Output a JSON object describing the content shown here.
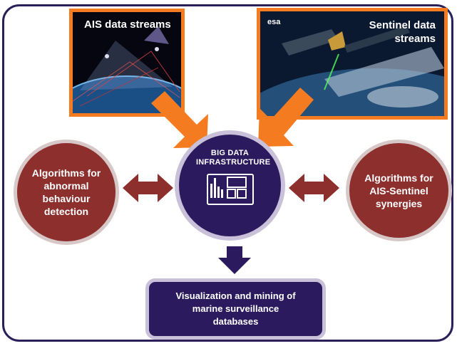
{
  "photos": {
    "ais": {
      "title": "AIS data streams"
    },
    "sentinel": {
      "title": "Sentinel data streams",
      "logo": "esa"
    }
  },
  "nodes": {
    "left": {
      "label": "Algorithms for abnormal behaviour detection"
    },
    "center": {
      "label": "BIG DATA INFRASTRUCTURE",
      "icon": "dashboard-icon"
    },
    "right": {
      "label": "Algorithms for AIS-Sentinel synergies"
    },
    "bottom": {
      "label": "Visualization and mining of marine surveillance databases"
    }
  },
  "colors": {
    "frame": "#2b1f5a",
    "center_fill": "#2b1b5e",
    "side_fill": "#8c2f2d",
    "arrow_orange": "#f47b20",
    "arrow_red": "#8c2f2d",
    "arrow_navy": "#2b1b5e"
  }
}
